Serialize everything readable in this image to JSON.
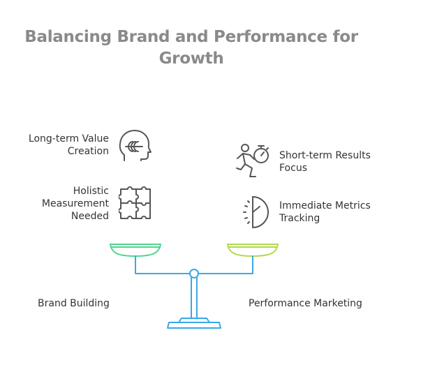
{
  "title": "Balancing Brand and Performance for Growth",
  "left": {
    "items": [
      {
        "label": "Long-term Value Creation",
        "icon": "head-wheat-icon"
      },
      {
        "label": "Holistic Measurement Needed",
        "icon": "puzzle-icon"
      }
    ],
    "pan_label": "Brand Building",
    "color": "#4fd48c"
  },
  "right": {
    "items": [
      {
        "label": "Short-term Results Focus",
        "icon": "runner-stopwatch-icon"
      },
      {
        "label": "Immediate Metrics Tracking",
        "icon": "half-clock-icon"
      }
    ],
    "pan_label": "Performance Marketing",
    "color": "#b2d94a"
  },
  "beam_color": "#3aa8e6"
}
